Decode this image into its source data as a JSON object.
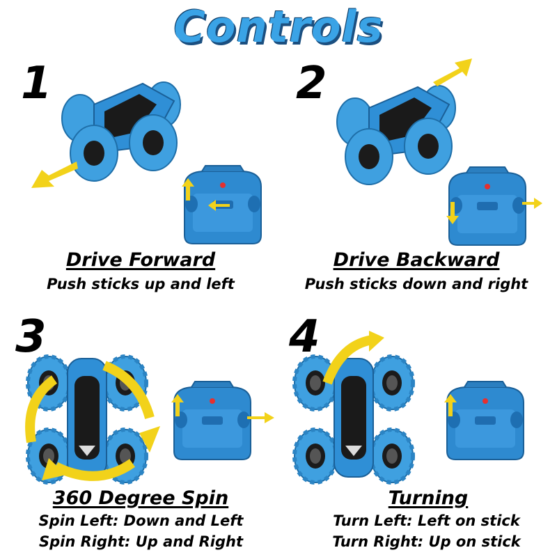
{
  "title": "Controls",
  "panels": [
    {
      "number": "1",
      "heading": "Drive Forward",
      "lines": [
        "Push sticks up and left"
      ]
    },
    {
      "number": "2",
      "heading": "Drive Backward",
      "lines": [
        "Push sticks down and right"
      ]
    },
    {
      "number": "3",
      "heading": "360 Degree Spin",
      "lines": [
        "Spin Left: Down and Left",
        "Spin Right: Up and Right"
      ]
    },
    {
      "number": "4",
      "heading": "Turning",
      "lines": [
        "Turn Left: Left on stick",
        "Turn Right: Up on stick"
      ]
    }
  ],
  "colors": {
    "title": "#3aa3e6",
    "car_blue": "#2f8fd6",
    "tire": "#3fa0e0",
    "arrow": "#f2d21a",
    "remote": "#2e8ad0"
  }
}
